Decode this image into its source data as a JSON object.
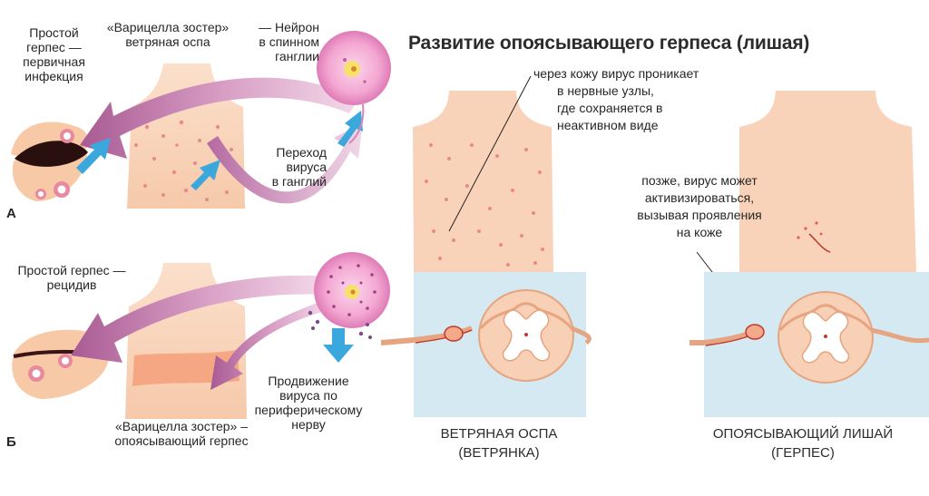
{
  "title": "Развитие опоясывающего герпеса (лишая)",
  "panel_a": {
    "letter": "А",
    "simple_herpes": [
      "Простой",
      "герпес —",
      "первичная",
      "инфекция"
    ],
    "varicella": [
      "«Варицелла зостер»",
      "ветряная оспа"
    ],
    "neuron": [
      "— Нейрон",
      "в спинном",
      "ганглии"
    ],
    "transition": [
      "Переход",
      "вируса",
      "в ганглий"
    ]
  },
  "panel_b": {
    "letter": "Б",
    "relapse": [
      "Простой герпес —",
      "рецидив"
    ],
    "varicella_shingles": [
      "«Варицелла зостер» –",
      "опоясывающий герпес"
    ],
    "movement": [
      "Продвижение",
      "вируса по",
      "периферическому",
      "нерву"
    ]
  },
  "right": {
    "note1": [
      "через кожу вирус проникает",
      "в нервные узлы,",
      "где сохраняется в",
      "неактивном виде"
    ],
    "note2": [
      "позже, вирус может",
      "активизироваться,",
      "вызывая проявления",
      "на коже"
    ],
    "label_left": [
      "ВЕТРЯНАЯ ОСПА",
      "(ВЕТРЯНКА)"
    ],
    "label_right": [
      "ОПОЯСЫВАЮЩИЙ ЛИШАЙ",
      "(ГЕРПЕС)"
    ]
  },
  "colors": {
    "skin": "#f9d3b9",
    "arrow": "#cc8ab4",
    "blue_arrow": "#3aa8dc",
    "neuron_fill": "#f2a3cf",
    "bg_blue": "#d4e9f1",
    "cord": "#f7d0b6"
  }
}
